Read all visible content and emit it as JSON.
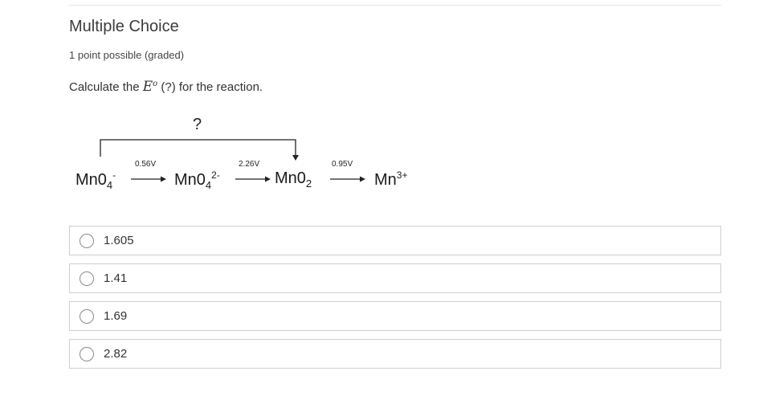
{
  "problem": {
    "title": "Multiple Choice",
    "points": "1 point possible (graded)",
    "prompt_before": "Calculate the ",
    "prompt_symbol": "E",
    "prompt_superscript": "o",
    "prompt_after": " (?) for the reaction."
  },
  "diagram": {
    "unknown_label": "?",
    "species": [
      {
        "base": "Mn0",
        "sub": "4",
        "sup": "-"
      },
      {
        "base": "Mn0",
        "sub": "4",
        "sup": "2-"
      },
      {
        "base": "Mn0",
        "sub": "2",
        "sup": ""
      },
      {
        "base": "Mn",
        "sub": "",
        "sup": "3+"
      }
    ],
    "potentials": [
      "0.56V",
      "2.26V",
      "0.95V"
    ]
  },
  "options": [
    {
      "label": "1.605",
      "selected": false
    },
    {
      "label": "1.41",
      "selected": false
    },
    {
      "label": "1.69",
      "selected": false
    },
    {
      "label": "2.82",
      "selected": false
    }
  ]
}
